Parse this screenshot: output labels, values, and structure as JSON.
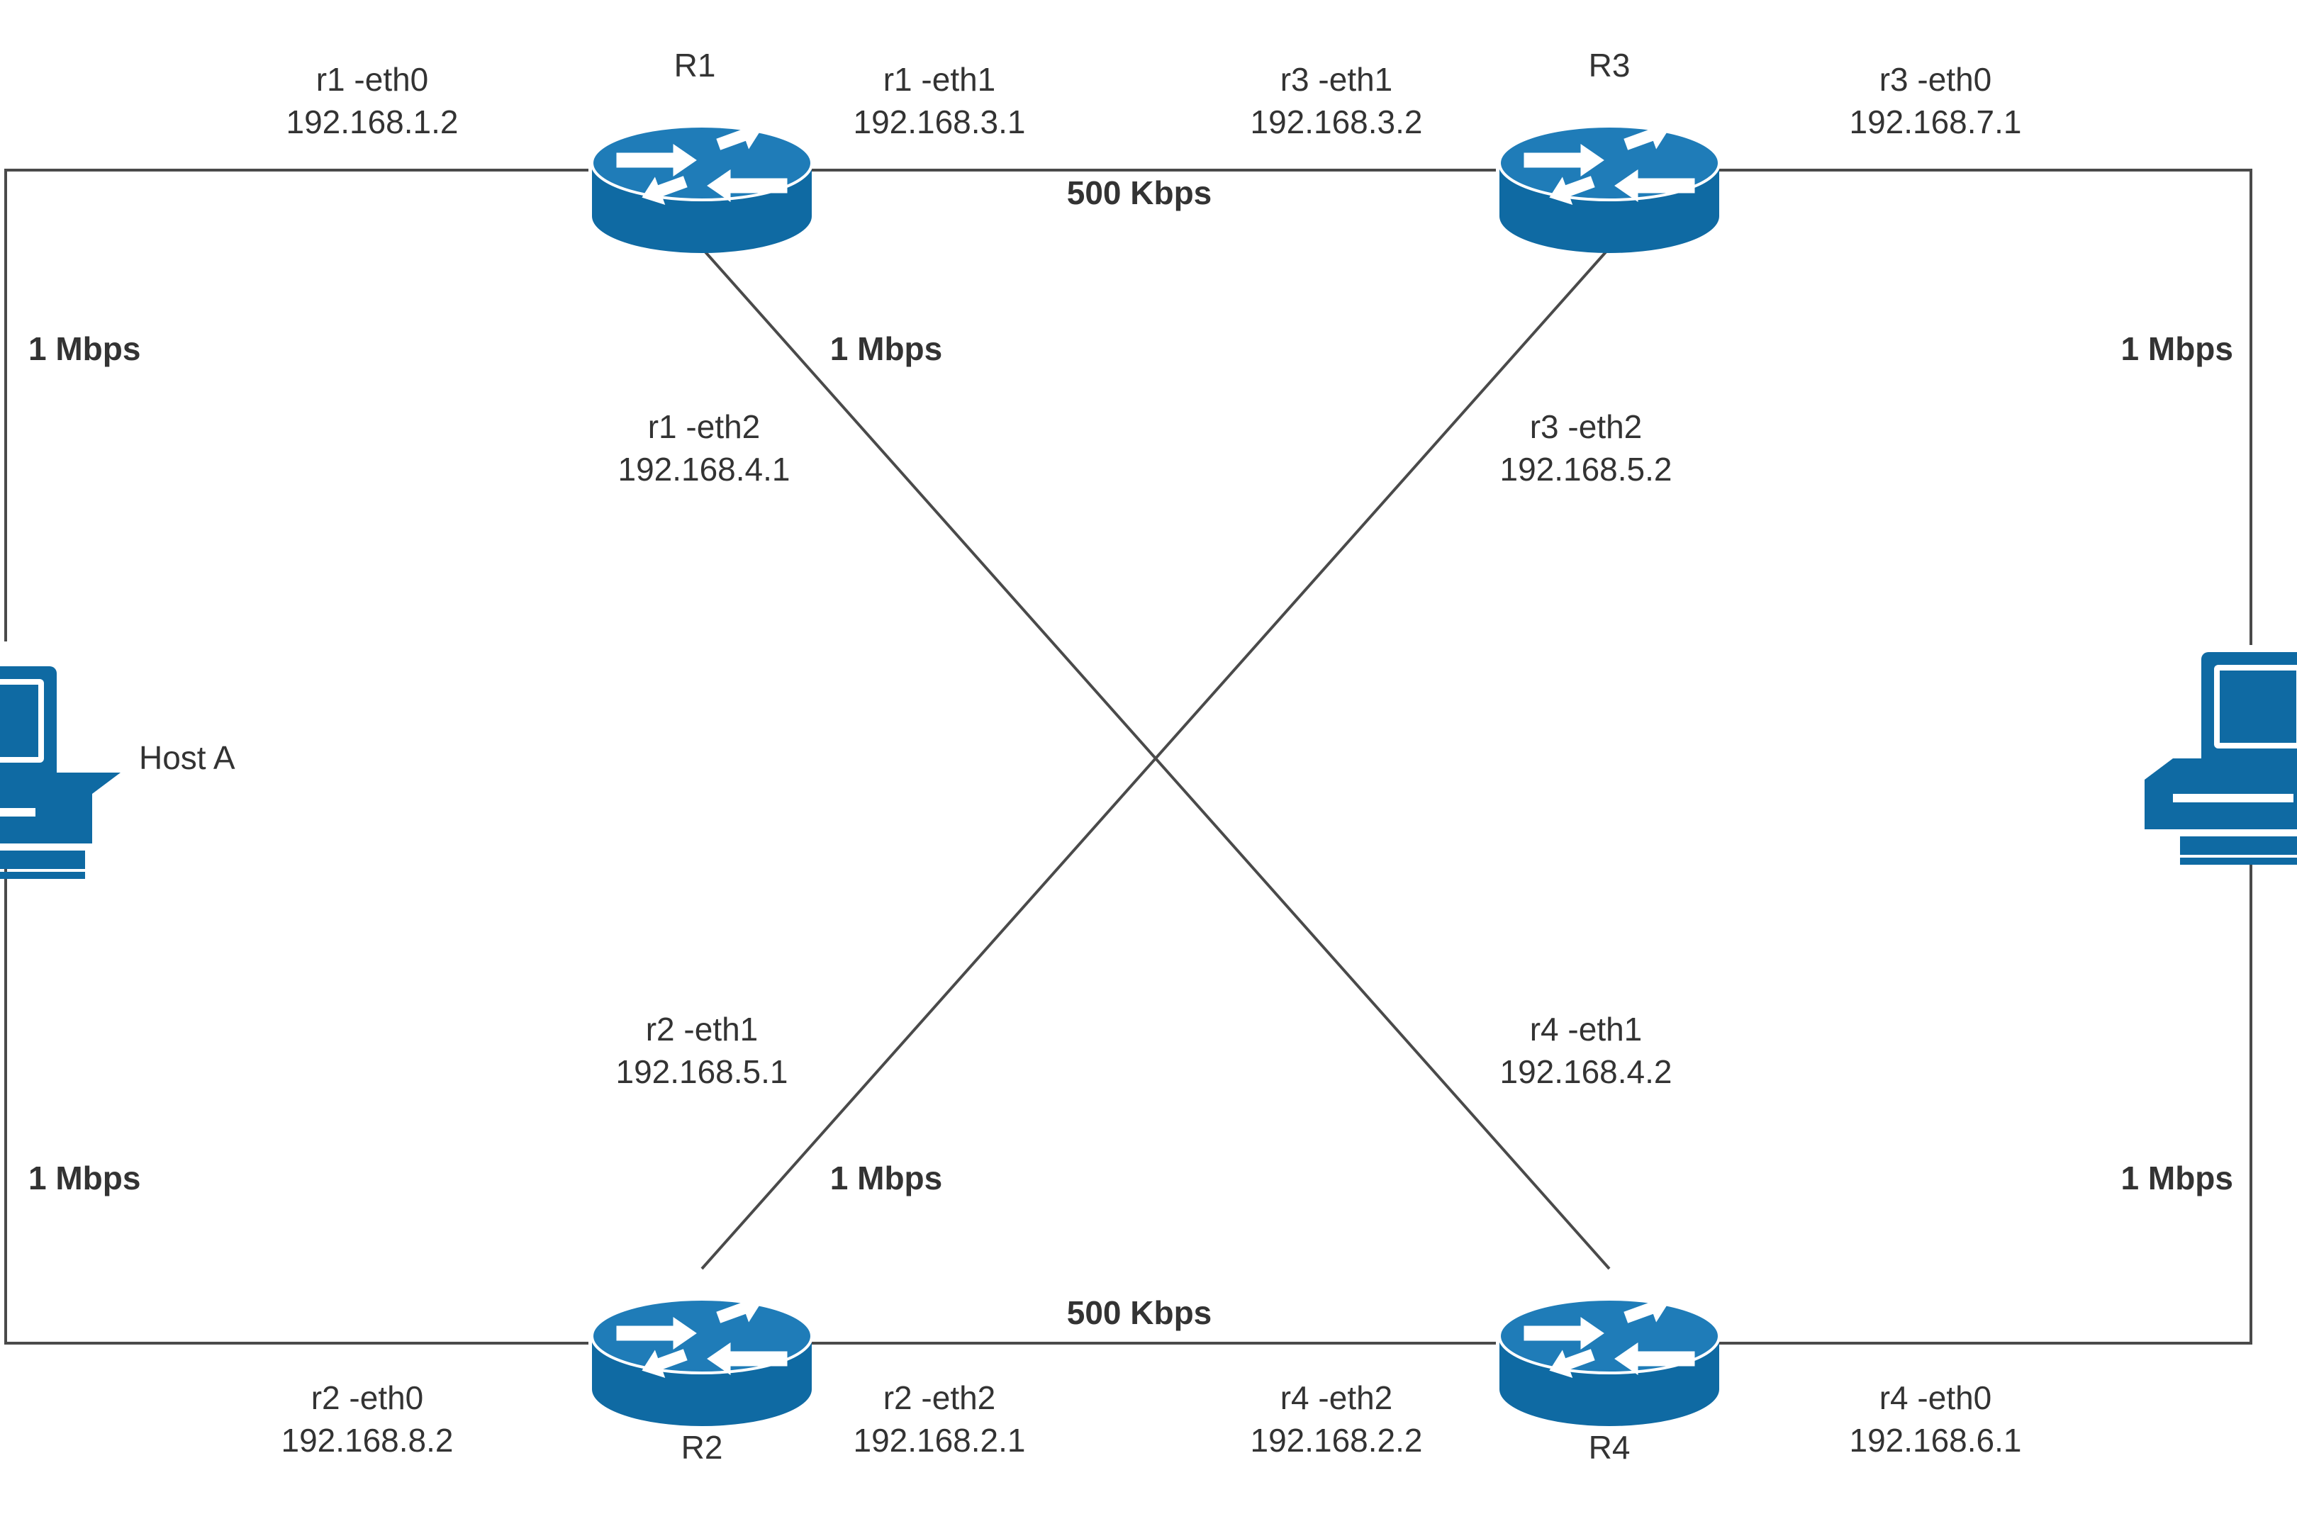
{
  "routers": [
    {
      "id": "r1",
      "label": "R1"
    },
    {
      "id": "r2",
      "label": "R2"
    },
    {
      "id": "r3",
      "label": "R3"
    },
    {
      "id": "r4",
      "label": "R4"
    }
  ],
  "hosts": [
    {
      "id": "host_a",
      "label": "Host A"
    },
    {
      "id": "host_b",
      "label": ""
    }
  ],
  "interfaces": {
    "r1_eth0": {
      "name": "r1 -eth0",
      "ip": "192.168.1.2"
    },
    "r1_eth1": {
      "name": "r1 -eth1",
      "ip": "192.168.3.1"
    },
    "r1_eth2": {
      "name": "r1 -eth2",
      "ip": "192.168.4.1"
    },
    "r3_eth1": {
      "name": "r3 -eth1",
      "ip": "192.168.3.2"
    },
    "r3_eth0": {
      "name": "r3 -eth0",
      "ip": "192.168.7.1"
    },
    "r3_eth2": {
      "name": "r3 -eth2",
      "ip": "192.168.5.2"
    },
    "r2_eth1": {
      "name": "r2 -eth1",
      "ip": "192.168.5.1"
    },
    "r2_eth0": {
      "name": "r2 -eth0",
      "ip": "192.168.8.2"
    },
    "r2_eth2": {
      "name": "r2 -eth2",
      "ip": "192.168.2.1"
    },
    "r4_eth1": {
      "name": "r4 -eth1",
      "ip": "192.168.4.2"
    },
    "r4_eth2": {
      "name": "r4 -eth2",
      "ip": "192.168.2.2"
    },
    "r4_eth0": {
      "name": "r4 -eth0",
      "ip": "192.168.6.1"
    }
  },
  "links": {
    "hosta_r1": "1 Mbps",
    "r1_r3": "500 Kbps",
    "r3_hostb": "1 Mbps",
    "r1_r4": "1 Mbps",
    "hosta_r2": "1 Mbps",
    "r3_r2": "1 Mbps",
    "r2_r4": "500 Kbps",
    "r4_hostb": "1 Mbps"
  },
  "colors": {
    "device_fill": "#0f6aa3",
    "device_dark": "#0a4f7c",
    "line": "#4a4a4a",
    "text": "#333333"
  }
}
